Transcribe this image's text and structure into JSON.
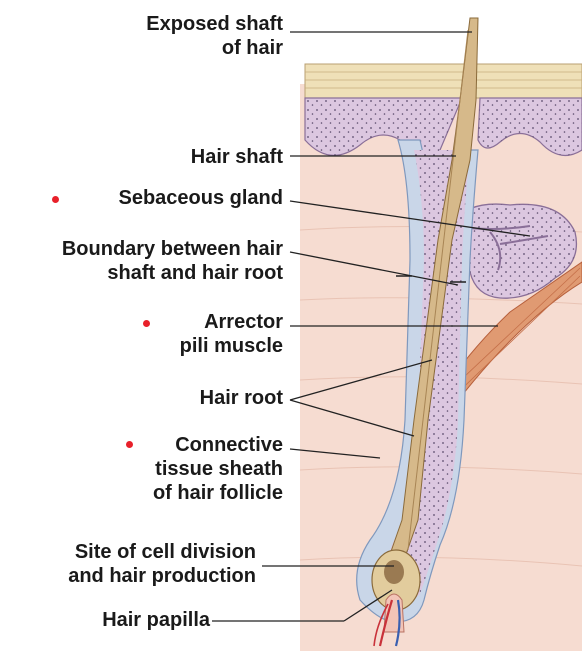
{
  "colors": {
    "bullet": "#e8202a",
    "leader": "#222222",
    "dermis": "#f6dcd1",
    "epidermis": "#dcc7e0",
    "stratum": "#efe0b8",
    "hair": "#d6b98a",
    "sheath": "#9fb6d4",
    "muscle": "#d9825a"
  },
  "labels": {
    "exposed_shaft": [
      "Exposed shaft",
      "of hair"
    ],
    "hair_shaft": "Hair shaft",
    "sebaceous_gland": "Sebaceous gland",
    "boundary": [
      "Boundary between hair",
      "shaft and hair root"
    ],
    "arrector": [
      "Arrector",
      "pili muscle"
    ],
    "hair_root": "Hair root",
    "connective": [
      "Connective",
      "tissue sheath",
      "of hair follicle"
    ],
    "cell_division": [
      "Site of cell division",
      "and hair production"
    ],
    "papilla": "Hair papilla"
  },
  "icons": {
    "bullet": "red-dot-icon"
  }
}
